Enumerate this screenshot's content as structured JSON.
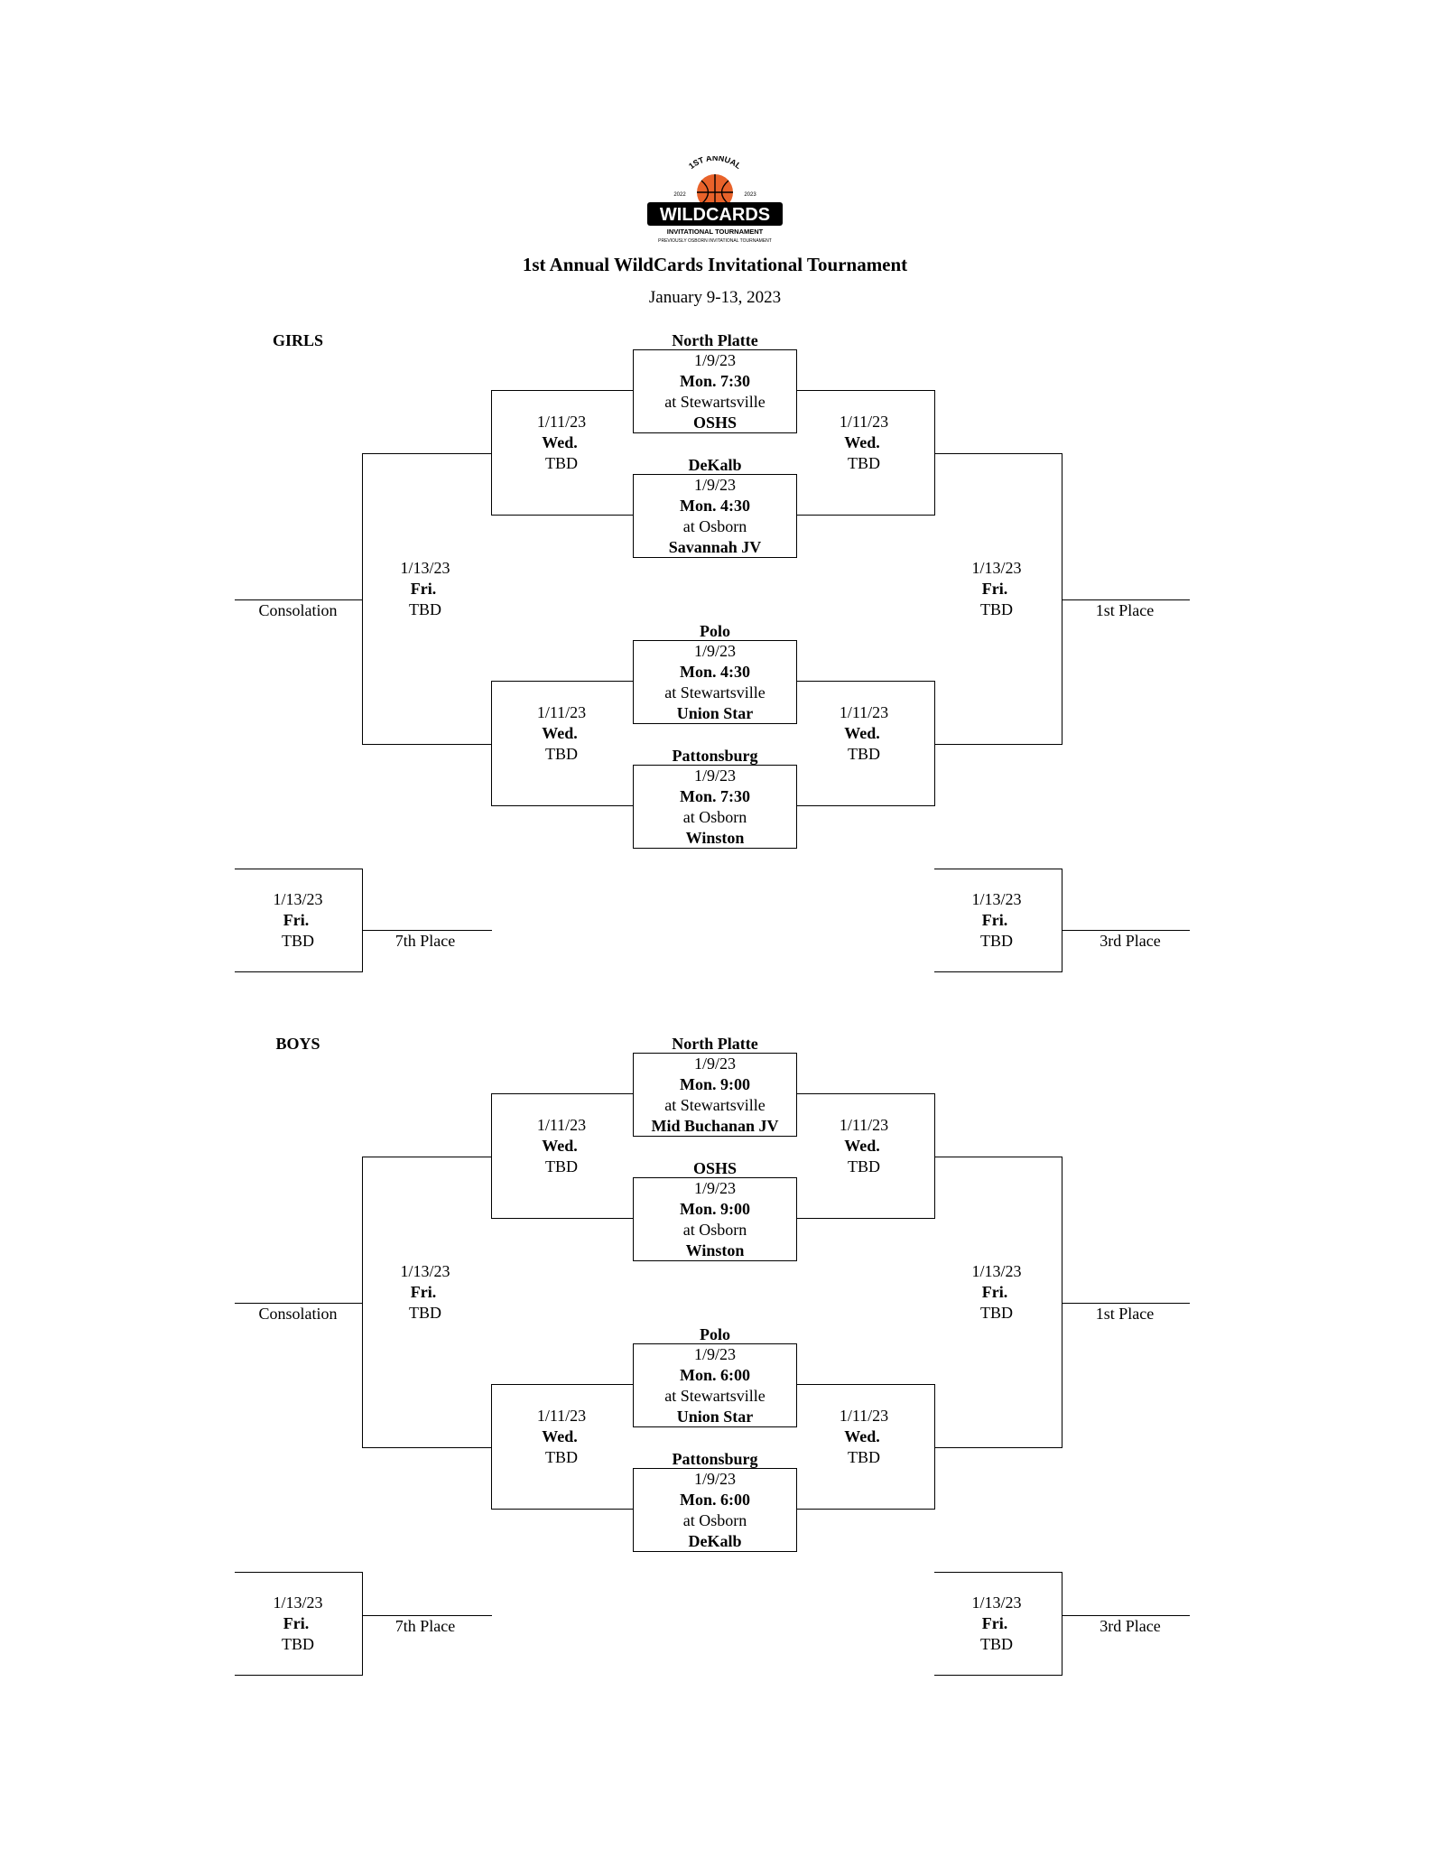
{
  "header": {
    "logo": {
      "top_text": "1ST ANNUAL",
      "year_left": "2022",
      "year_right": "2023",
      "name": "WILDCARDS",
      "sub": "INVITATIONAL TOURNAMENT",
      "prev": "PREVIOUSLY OSBORN INVITATIONAL TOURNAMENT",
      "ball_color": "#e8622a"
    },
    "title": "1st Annual WildCards Invitational Tournament",
    "dates": "January 9-13, 2023"
  },
  "brackets": [
    {
      "label": "GIRLS",
      "games": [
        {
          "team_top": "North Platte",
          "date": "1/9/23",
          "time": "Mon. 7:30",
          "site": "at Stewartsville",
          "team_bottom": "OSHS"
        },
        {
          "team_top": "DeKalb",
          "date": "1/9/23",
          "time": "Mon. 4:30",
          "site": "at Osborn",
          "team_bottom": "Savannah JV"
        },
        {
          "team_top": "Polo",
          "date": "1/9/23",
          "time": "Mon. 4:30",
          "site": "at Stewartsville",
          "team_bottom": "Union Star"
        },
        {
          "team_top": "Pattonsburg",
          "date": "1/9/23",
          "time": "Mon. 7:30",
          "site": "at Osborn",
          "team_bottom": "Winston"
        }
      ],
      "wed": {
        "date": "1/11/23",
        "day": "Wed.",
        "tbd": "TBD"
      },
      "fri": {
        "date": "1/13/23",
        "day": "Fri.",
        "tbd": "TBD"
      },
      "places": {
        "consolation": "Consolation",
        "first": "1st Place",
        "seventh": "7th Place",
        "third": "3rd Place"
      }
    },
    {
      "label": "BOYS",
      "games": [
        {
          "team_top": "North Platte",
          "date": "1/9/23",
          "time": "Mon. 9:00",
          "site": "at Stewartsville",
          "team_bottom": "Mid Buchanan JV"
        },
        {
          "team_top": "OSHS",
          "date": "1/9/23",
          "time": "Mon. 9:00",
          "site": "at Osborn",
          "team_bottom": "Winston"
        },
        {
          "team_top": "Polo",
          "date": "1/9/23",
          "time": "Mon. 6:00",
          "site": "at Stewartsville",
          "team_bottom": "Union Star"
        },
        {
          "team_top": "Pattonsburg",
          "date": "1/9/23",
          "time": "Mon. 6:00",
          "site": "at Osborn",
          "team_bottom": "DeKalb"
        }
      ],
      "wed": {
        "date": "1/11/23",
        "day": "Wed.",
        "tbd": "TBD"
      },
      "fri": {
        "date": "1/13/23",
        "day": "Fri.",
        "tbd": "TBD"
      },
      "places": {
        "consolation": "Consolation",
        "first": "1st Place",
        "seventh": "7th Place",
        "third": "3rd Place"
      }
    }
  ]
}
